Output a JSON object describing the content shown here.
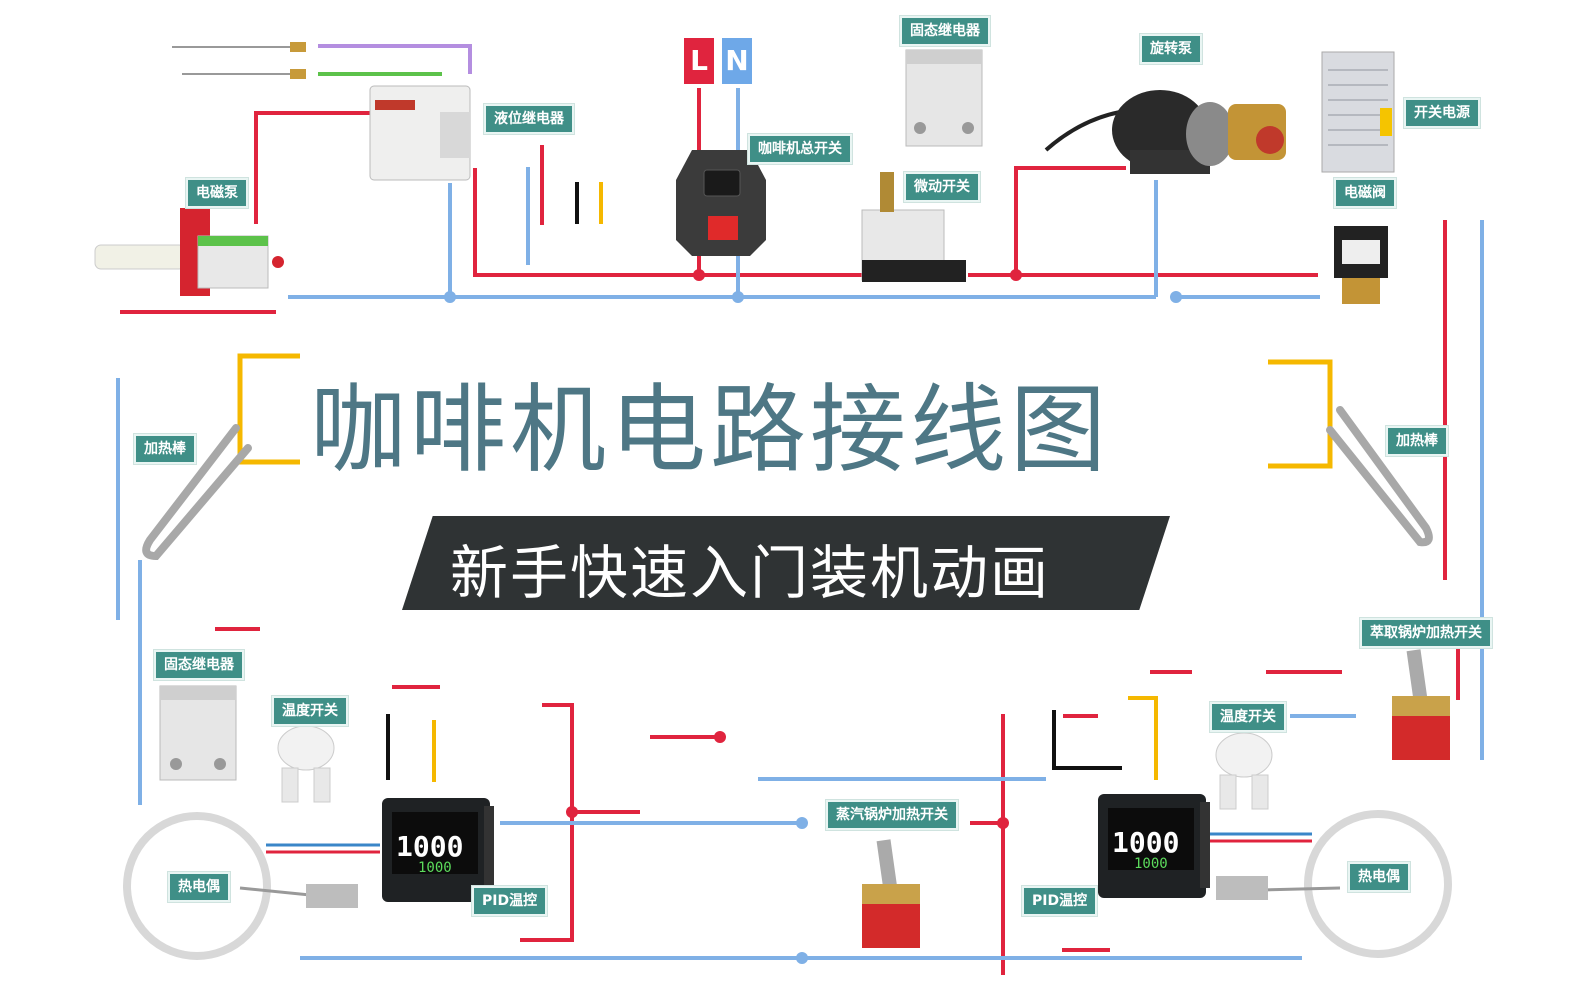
{
  "diagram": {
    "title": "咖啡机电路接线图",
    "subtitle": "新手快速入门装机动画",
    "power": {
      "live": "L",
      "neutral": "N",
      "live_color": "#e0243e",
      "neutral_color": "#6ea8e8"
    },
    "labels": {
      "electromagnetic_pump": "电磁泵",
      "level_relay": "液位继电器",
      "main_switch": "咖啡机总开关",
      "ssr_top": "固态继电器",
      "micro_switch": "微动开关",
      "rotary_pump": "旋转泵",
      "switching_psu": "开关电源",
      "solenoid_valve": "电磁阀",
      "heater_left": "加热棒",
      "heater_right": "加热棒",
      "ssr_bottom": "固态继电器",
      "temp_switch_left": "温度开关",
      "thermocouple_left": "热电偶",
      "pid_left": "PID温控",
      "steam_boiler_switch": "蒸汽锅炉加热开关",
      "pid_right": "PID温控",
      "temp_switch_right": "温度开关",
      "brew_boiler_switch": "萃取锅炉加热开关",
      "thermocouple_right": "热电偶"
    },
    "pid_display": "1000",
    "colors": {
      "red_wire": "#e0243e",
      "blue_wire": "#7fb0e6",
      "black_wire": "#111111",
      "yellow_wire": "#f5b800",
      "purple_wire": "#b48ee0",
      "green_wire": "#5cc24a",
      "label_bg": "#3f8f87",
      "title_text": "#4e7785",
      "bracket": "#f5b800"
    }
  }
}
